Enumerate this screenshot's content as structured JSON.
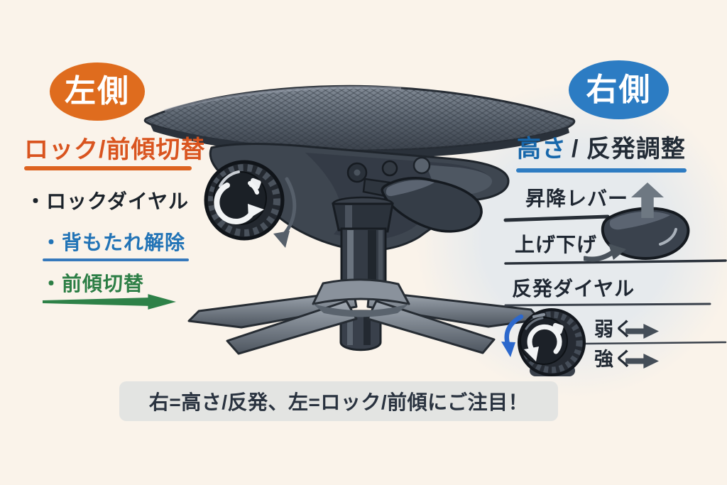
{
  "left_panel": {
    "badge_label": "左側",
    "heading": "ロック/前傾切替",
    "items": [
      {
        "label": "・ロックダイヤル",
        "color": "#1B222A"
      },
      {
        "label": "・背もたれ解除",
        "color": "#2173B6"
      },
      {
        "label": "・前傾切替",
        "color": "#2C7E45"
      }
    ]
  },
  "right_panel": {
    "badge_label": "右側",
    "heading_highlight": "高さ",
    "heading_rest": "/ 反発調整",
    "lift_lever_label": "昇降レバー",
    "up_down_label": "上げ下げ",
    "rebound_dial_label": "反発ダイヤル",
    "weaker_label": "弱く",
    "stronger_label": "強く"
  },
  "footer": {
    "note": "右=高さ/反発、左=ロック/前傾にご注目！"
  },
  "colors": {
    "background": "#FAF3EA",
    "left_accent": "#DF6C1E",
    "left_heading": "#D9541F",
    "right_accent": "#2C7CC3",
    "blue_text": "#2173B6",
    "green_text": "#2C7E45",
    "dark_text": "#1F2732",
    "arrow_gray": "#6E7882",
    "note_background": "#E3E4E2"
  }
}
